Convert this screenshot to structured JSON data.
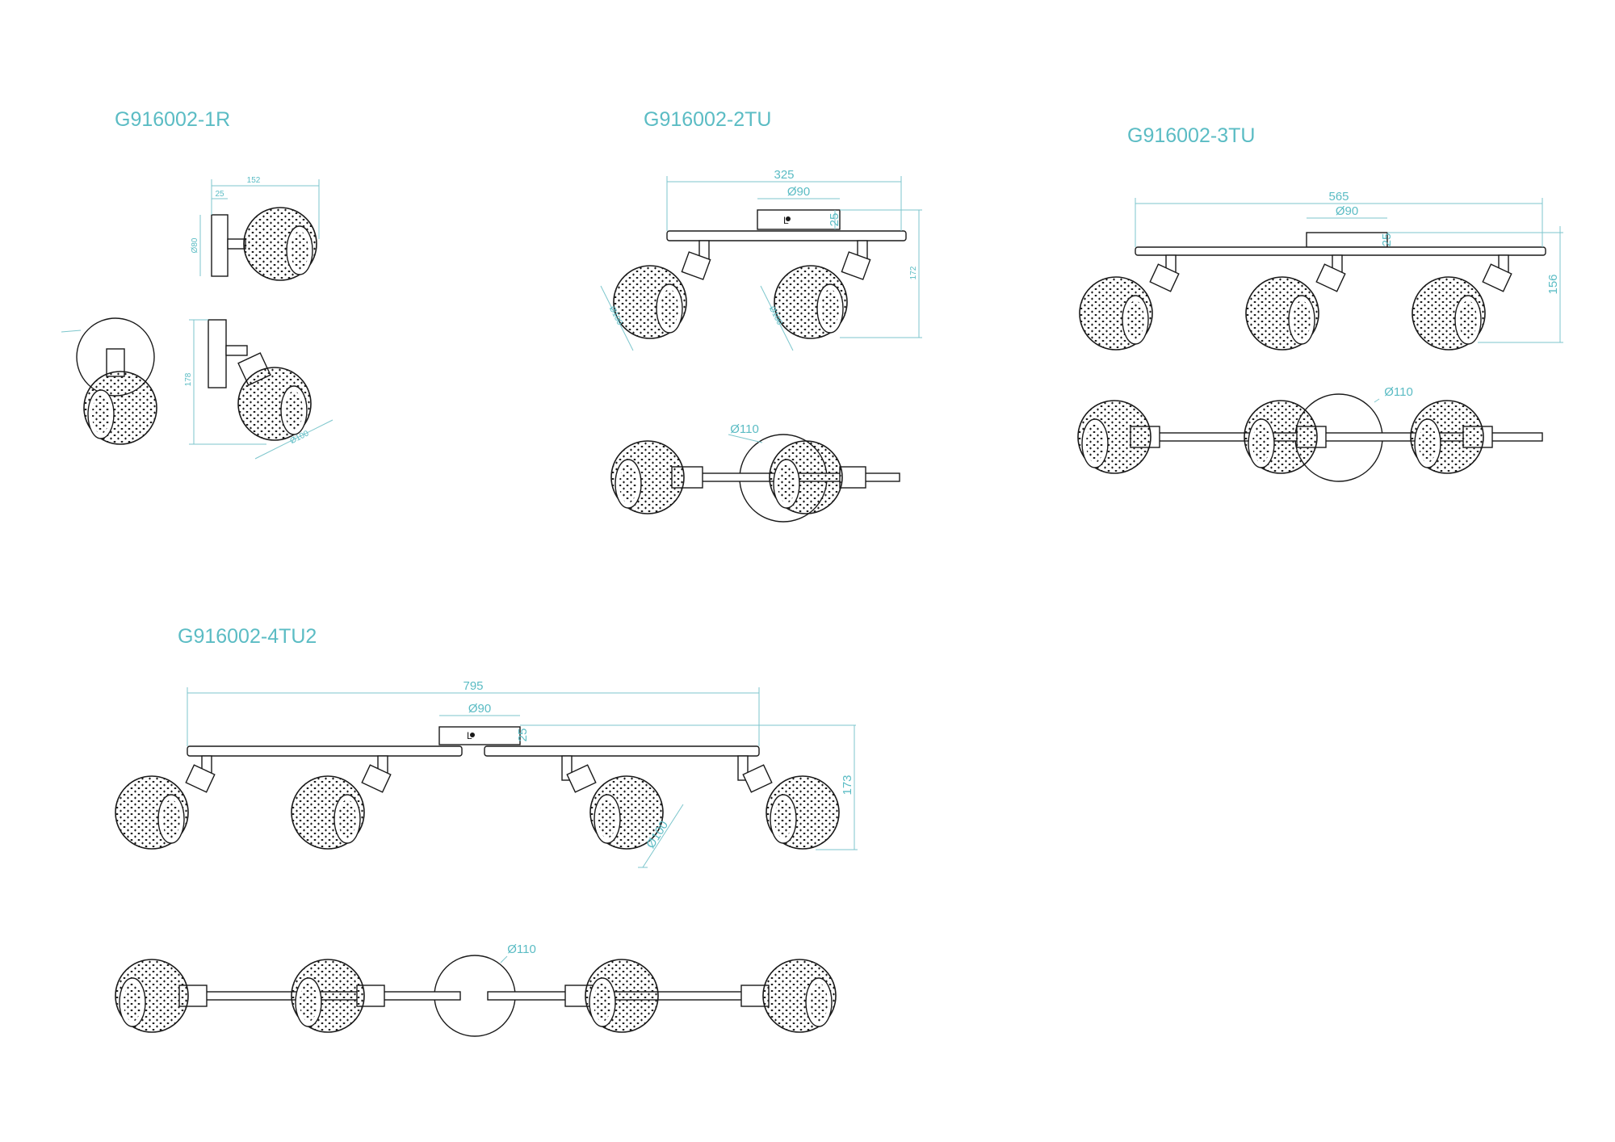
{
  "models": {
    "r1": {
      "title": "G916002-1R",
      "dims": {
        "width": "152",
        "depth": "25",
        "base": "Ø80",
        "height": "178",
        "shade": "Ø100"
      }
    },
    "tu2": {
      "title": "G916002-2TU",
      "dims": {
        "length": "325",
        "base": "Ø90",
        "depth": "25",
        "height": "172",
        "shade_a": "Ø100",
        "shade_b": "Ø100",
        "top_base": "Ø110"
      }
    },
    "tu3": {
      "title": "G916002-3TU",
      "dims": {
        "length": "565",
        "base": "Ø90",
        "depth": "25",
        "height": "156",
        "top_base": "Ø110"
      }
    },
    "tu4": {
      "title": "G916002-4TU2",
      "dims": {
        "length": "795",
        "base": "Ø90",
        "depth": "25",
        "height": "173",
        "shade": "Ø100",
        "top_base": "Ø110"
      }
    }
  },
  "colors": {
    "accent": "#5bbcc4",
    "dimension_line": "#7cc6cc",
    "ink": "#1a1a1a"
  }
}
